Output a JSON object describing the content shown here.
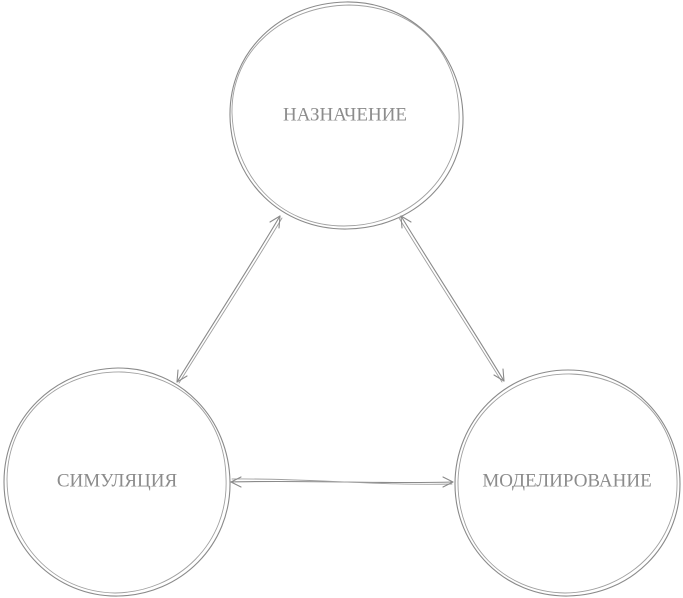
{
  "diagram": {
    "nodes": {
      "purpose": {
        "label": "НАЗНАЧЕНИЕ"
      },
      "simulation": {
        "label": "СИМУЛЯЦИЯ"
      },
      "modeling": {
        "label": "МОДЕЛИРОВАНИЕ"
      }
    },
    "edges": [
      {
        "from": "purpose",
        "to": "simulation",
        "direction": "both"
      },
      {
        "from": "purpose",
        "to": "modeling",
        "direction": "both"
      },
      {
        "from": "simulation",
        "to": "modeling",
        "direction": "both"
      }
    ],
    "colors": {
      "stroke": "#8a8a8a",
      "text": "#8c8c8c",
      "background": "#ffffff"
    }
  }
}
